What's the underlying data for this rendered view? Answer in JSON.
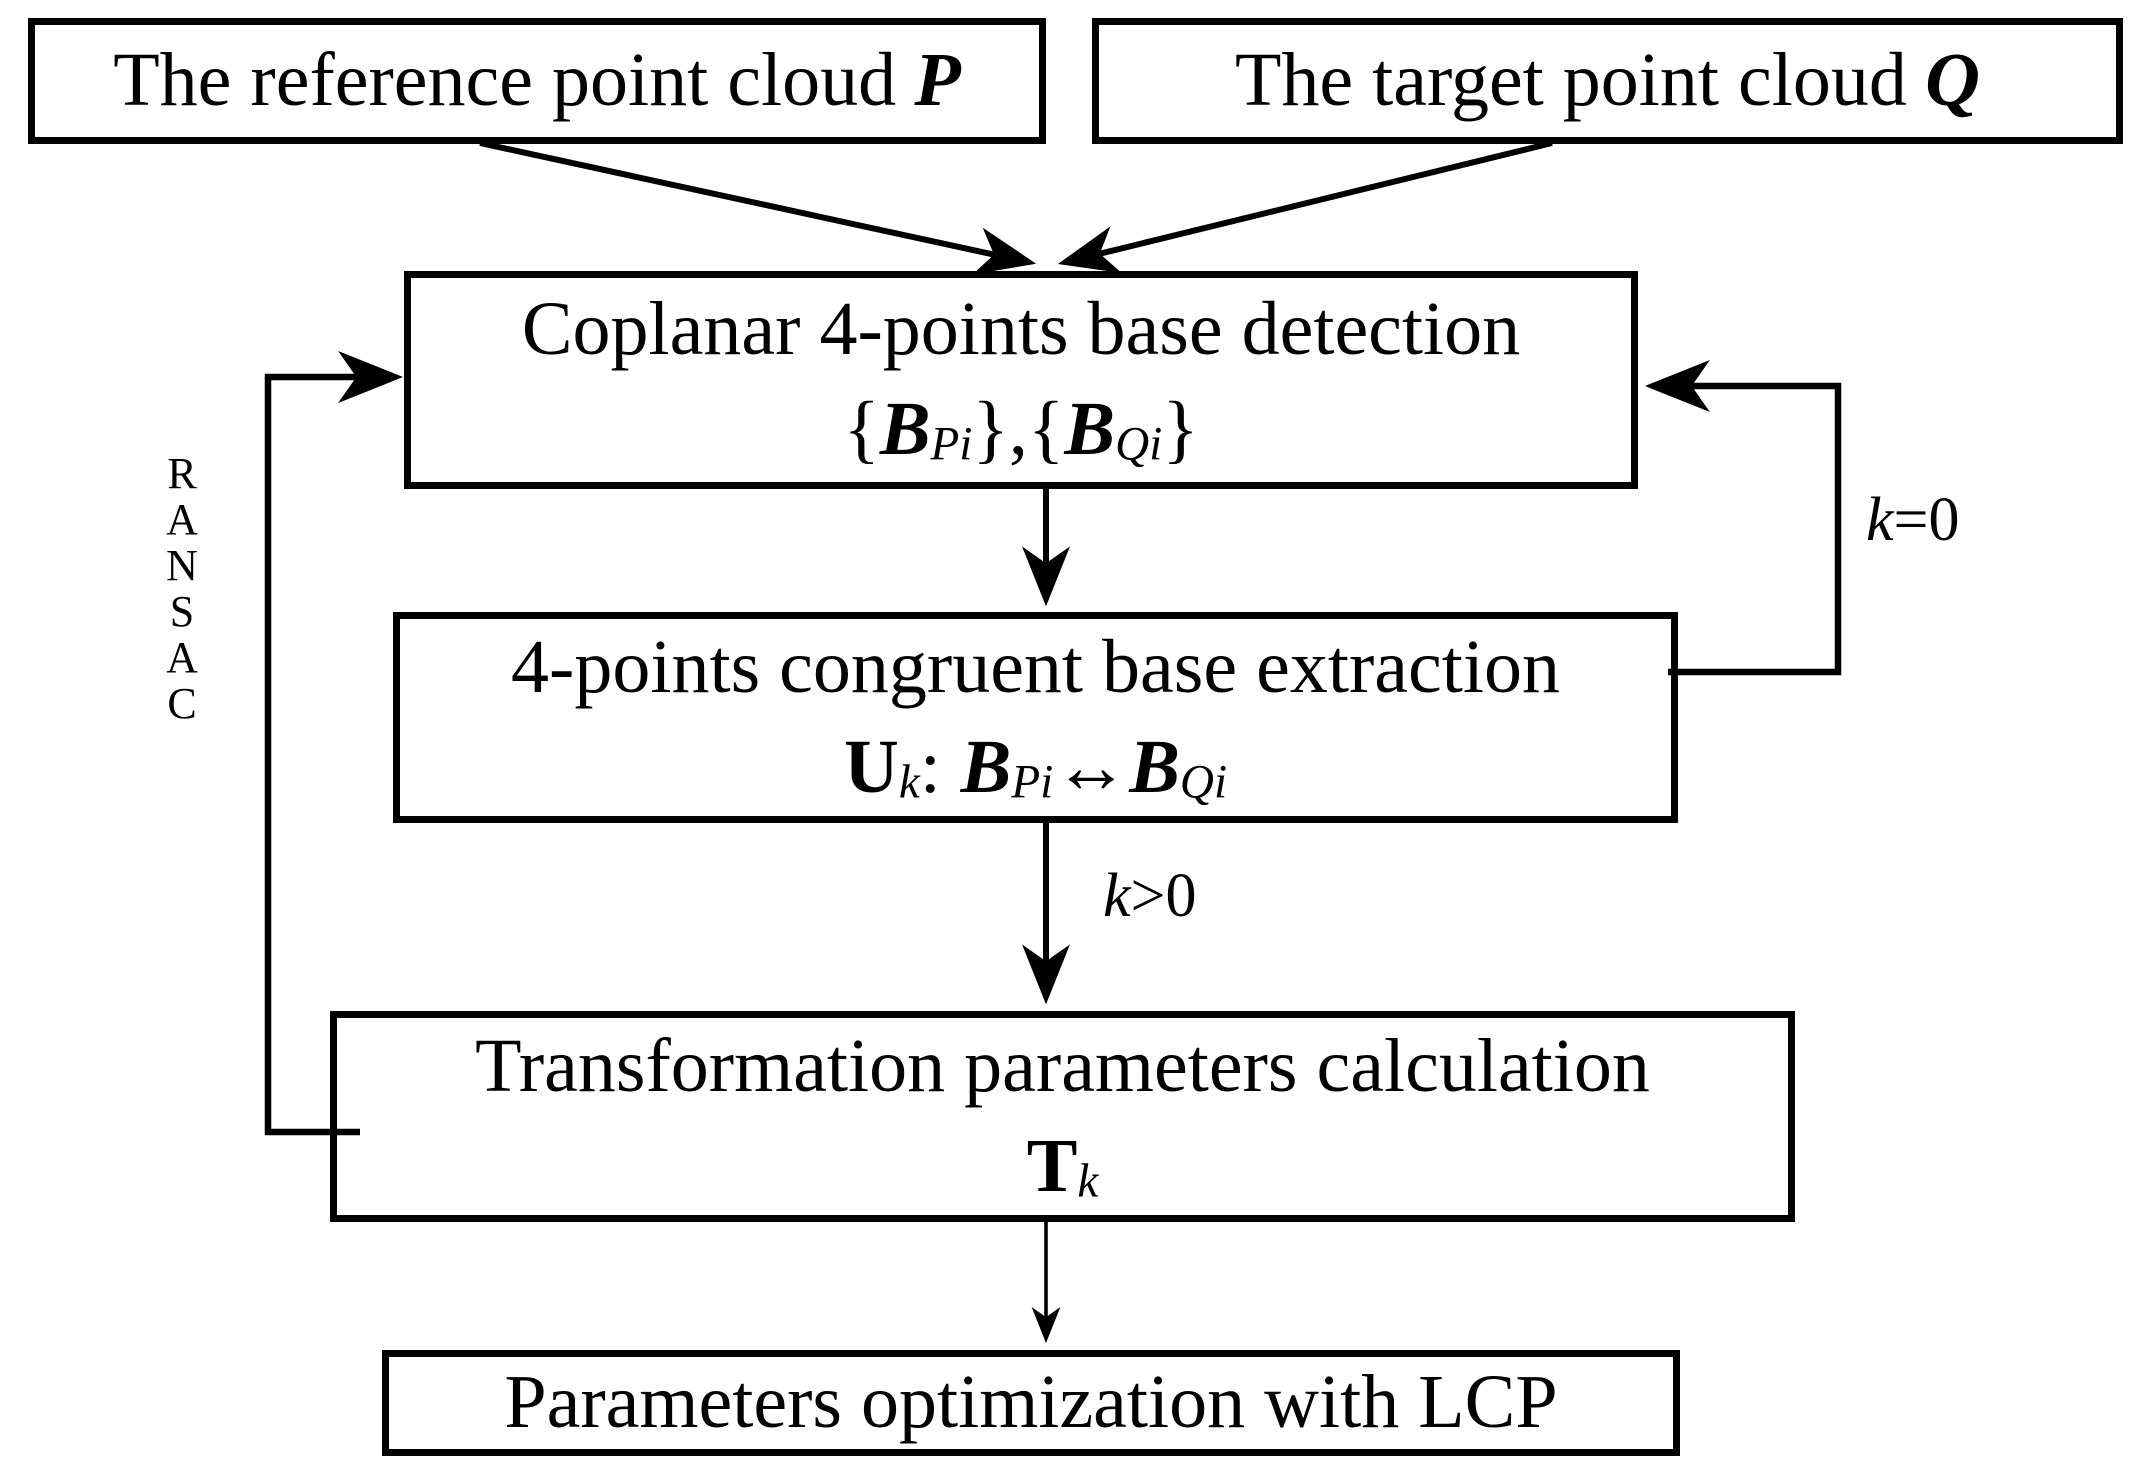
{
  "figure": {
    "ink_color": "#000000",
    "paper_color": "#ffffff"
  },
  "boxes": {
    "reference": {
      "label": "The reference point cloud",
      "symbol": "P"
    },
    "target": {
      "label": "The target point cloud",
      "symbol": "Q"
    },
    "coplanar": {
      "title": "Coplanar 4-points base detection",
      "base": "B",
      "sub_p": "Pi",
      "sub_q": "Qi"
    },
    "extraction": {
      "title": "4-points congruent base extraction",
      "set": "U",
      "set_sub": "k",
      "colon": ":",
      "base": "B",
      "sub_p": "Pi",
      "sub_q": "Qi",
      "corresponds": "↔"
    },
    "transformation": {
      "title": "Transformation parameters calculation",
      "matrix": "T",
      "matrix_sub": "k"
    },
    "lcp": {
      "title": "Parameters optimization with LCP"
    }
  },
  "labels": {
    "ransac": [
      "R",
      "A",
      "N",
      "S",
      "A",
      "C"
    ],
    "k_eq_zero": {
      "var": "k",
      "rel": "=0"
    },
    "k_gt_zero": {
      "var": "k",
      "rel": ">0"
    }
  },
  "sym": {
    "open": "{",
    "close": "}",
    "close_open": "},{"
  }
}
